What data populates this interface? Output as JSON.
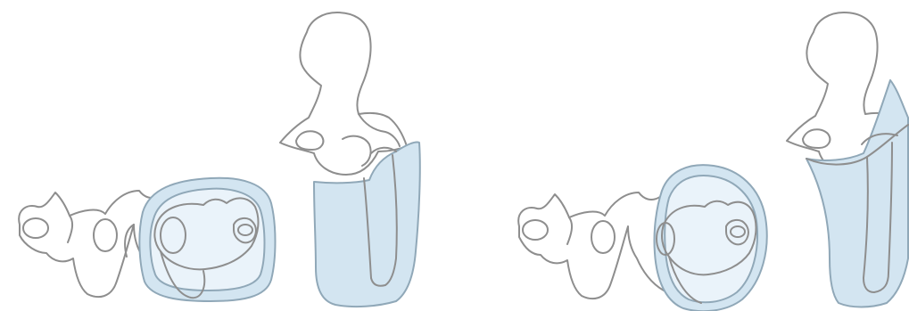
{
  "colors": {
    "background": "#ffffff",
    "outline": "#8e8e8e",
    "fill": "#d3e5f1",
    "fill_light": "#eaf3fa",
    "fill_stroke": "#90a8b8"
  },
  "panels": [
    {
      "name": "left",
      "shading": "pelvis-and-femur-regions"
    },
    {
      "name": "right",
      "shading": "pelvis-and-femur-regions"
    }
  ]
}
